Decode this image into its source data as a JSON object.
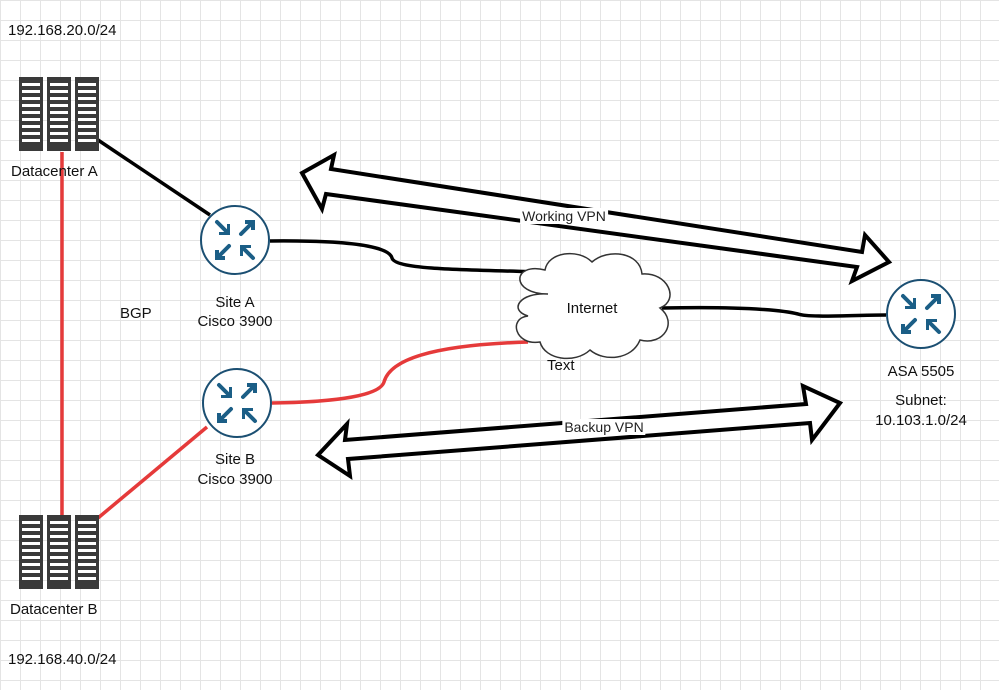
{
  "colors": {
    "link": "#000000",
    "backup_link": "#e53a3a",
    "router_fill": "#ffffff",
    "router_stroke": "#1b4f72",
    "router_arrows": "#1b5e86",
    "server": "#3a3a3a",
    "cloud_fill": "#ffffff",
    "cloud_stroke": "#333333"
  },
  "subnets": {
    "datacenter_a": "192.168.20.0/24",
    "datacenter_b": "192.168.40.0/24"
  },
  "nodes": {
    "datacenter_a": {
      "label": "Datacenter A",
      "icon": "server-rack-icon"
    },
    "datacenter_b": {
      "label": "Datacenter B",
      "icon": "server-rack-icon"
    },
    "site_a": {
      "name": "Site A",
      "model": "Cisco 3900",
      "icon": "router-icon"
    },
    "site_b": {
      "name": "Site B",
      "model": "Cisco 3900",
      "icon": "router-icon"
    },
    "asa": {
      "name": "ASA 5505",
      "subnet_label": "Subnet:",
      "subnet": "10.103.1.0/24",
      "icon": "router-icon"
    },
    "internet": {
      "label": "Internet",
      "icon": "cloud-icon"
    }
  },
  "labels": {
    "bgp": "BGP",
    "text": "Text",
    "working_vpn": "Working VPN",
    "backup_vpn": "Backup VPN"
  }
}
